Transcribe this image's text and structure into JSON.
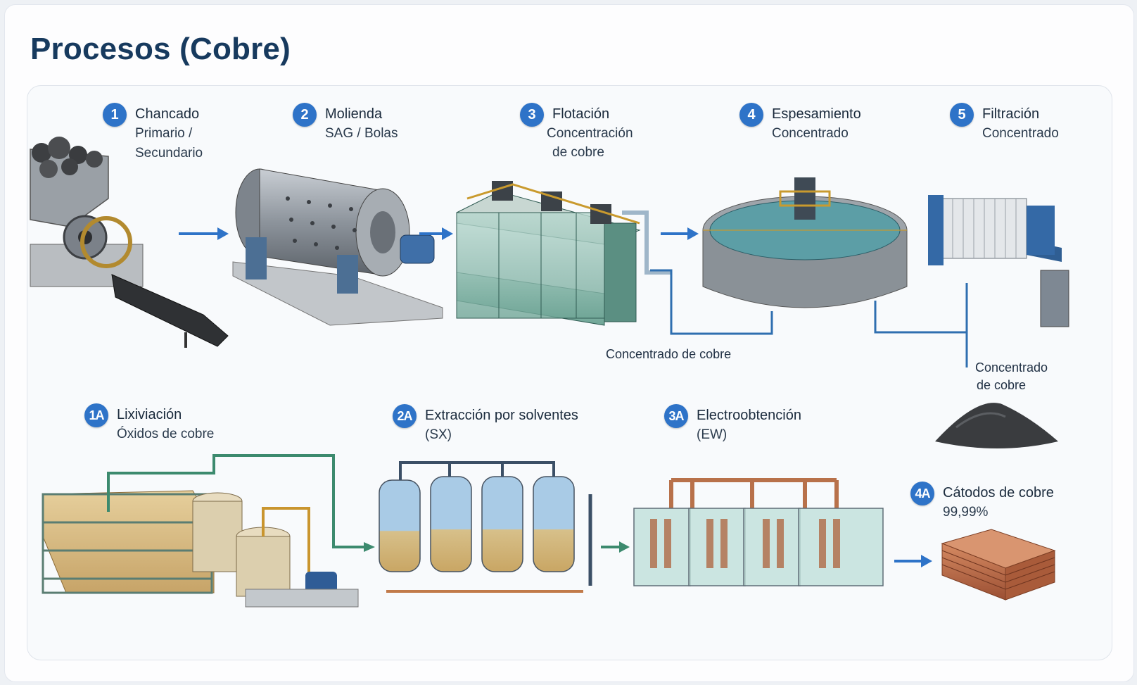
{
  "page_title": "Procesos (Cobre)",
  "steps_top": [
    {
      "number": "1",
      "title": "Chancado",
      "sub1": "Primario /",
      "sub2": "Secundario"
    },
    {
      "number": "2",
      "title": "Molienda",
      "sub1": "SAG / Bolas"
    },
    {
      "number": "3",
      "title": "Flotación",
      "sub1": "Concentración",
      "sub2": "de cobre"
    },
    {
      "number": "4",
      "title": "Espesamiento",
      "sub1": "Concentrado"
    },
    {
      "number": "5",
      "title": "Filtración",
      "sub1": "Concentrado"
    }
  ],
  "steps_bottom": [
    {
      "number": "1A",
      "title": "Lixiviación",
      "sub1": "Óxidos de cobre"
    },
    {
      "number": "2A",
      "title": "Extracción por solventes",
      "sub1": "(SX)"
    },
    {
      "number": "3A",
      "title": "Electroobtención",
      "sub1": "(EW)"
    },
    {
      "number": "4A",
      "title": "Cátodos de cobre",
      "sub1": "99,99%"
    }
  ],
  "flow_labels": {
    "concentrate_line": "Concentrado de cobre",
    "filter_output_1": "Concentrado",
    "filter_output_2": "de cobre"
  },
  "colors": {
    "badge": "#2e73c8",
    "arrow_blue": "#2e73c8",
    "arrow_green": "#3c8a6e",
    "pipe_blue": "#2f6fb0",
    "title": "#173a5e"
  }
}
